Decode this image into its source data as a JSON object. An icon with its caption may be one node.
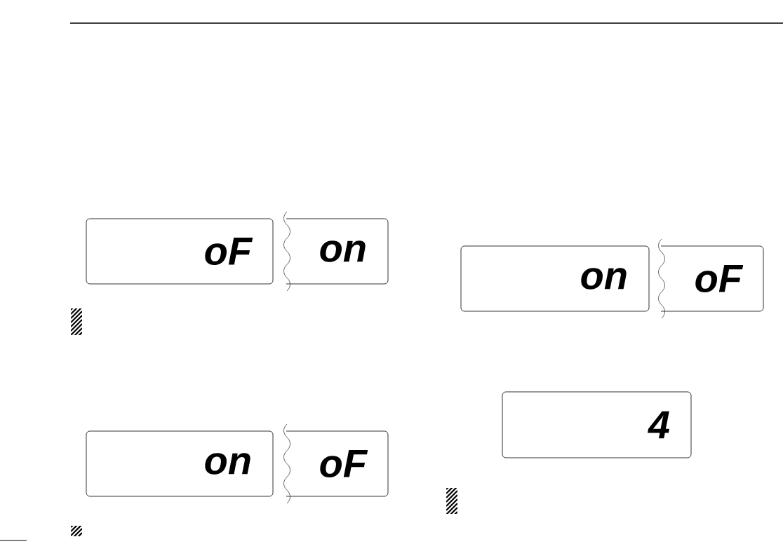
{
  "diagram": {
    "nodes": [
      {
        "text": [
          "oF"
        ]
      },
      {
        "text": [
          "on"
        ]
      },
      {
        "text": [
          "on"
        ]
      },
      {
        "text": [
          "oF"
        ]
      },
      {
        "text": [
          "on"
        ]
      },
      {
        "text": [
          "oF"
        ]
      },
      {
        "text": [
          "4"
        ]
      }
    ]
  }
}
